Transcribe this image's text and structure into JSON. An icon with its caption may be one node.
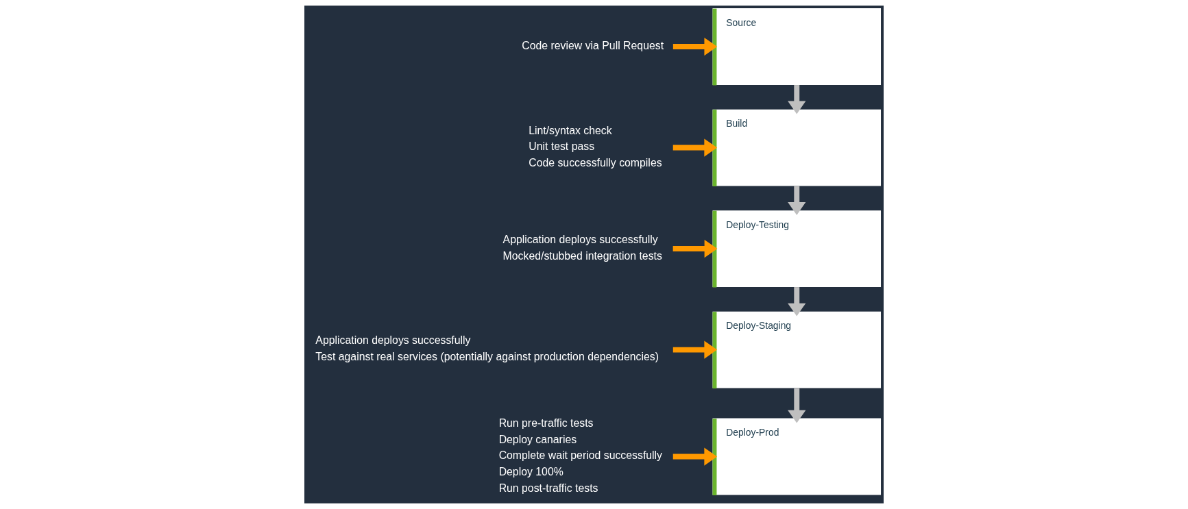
{
  "diagram": {
    "nodes": [
      {
        "text": [
          "Code review via Pull Request"
        ]
      },
      {
        "text": [
          "Source"
        ]
      },
      {
        "text": [
          "Lint/syntax check",
          "Unit test pass",
          "Code successfully compiles"
        ]
      },
      {
        "text": [
          "Build"
        ]
      },
      {
        "text": [
          "Application deploys successfully",
          "Mocked/stubbed integration tests"
        ]
      },
      {
        "text": [
          "Deploy-Testing"
        ]
      },
      {
        "text": [
          "Deploy-Staging"
        ]
      },
      {
        "text": [
          "Application deploys successfully",
          "Test against real services (potentially against production dependencies)"
        ]
      },
      {
        "text": [
          "Deploy-Prod"
        ]
      },
      {
        "text": [
          "Run pre-traffic tests",
          "Deploy canaries",
          "Complete wait period successfully",
          "Deploy 100%",
          "Run post-traffic tests"
        ]
      }
    ],
    "edges": [
      {
        "from": 0,
        "to": 1,
        "arrow": "to"
      },
      {
        "from": 1,
        "to": 3,
        "arrow": "to",
        "color": "#bfbfbf"
      },
      {
        "from": 2,
        "to": 3,
        "arrow": "to"
      },
      {
        "from": 3,
        "to": 5,
        "arrow": "to",
        "color": "#bfbfbf"
      },
      {
        "from": 4,
        "to": 5,
        "arrow": "to"
      },
      {
        "from": 5,
        "to": 6,
        "arrow": "to",
        "color": "#bfbfbf"
      },
      {
        "from": 7,
        "to": 6,
        "arrow": "to"
      },
      {
        "from": 6,
        "to": 8,
        "arrow": "to",
        "color": "#bfbfbf"
      },
      {
        "from": 9,
        "to": 8,
        "arrow": "to"
      }
    ]
  }
}
